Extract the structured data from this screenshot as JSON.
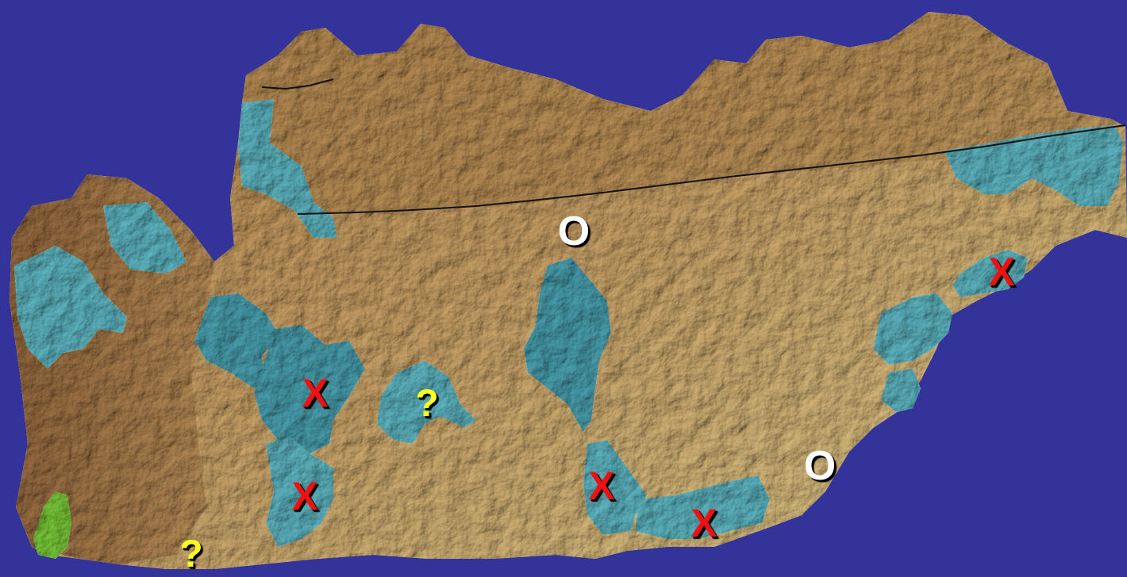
{
  "map": {
    "background_color": "#333399",
    "land_color": "#c9a264",
    "region_color": "#5fb8c4",
    "special_region_color": "#7ccc3a",
    "border_color": "#111111"
  },
  "legend_symbols": {
    "x": {
      "label": "X",
      "color": "#ee1111"
    },
    "o": {
      "label": "O",
      "color": "#ffffff"
    },
    "q": {
      "label": "?",
      "color": "#ffff22"
    }
  },
  "markers": [
    {
      "id": "o-north",
      "type": "o"
    },
    {
      "id": "x-east",
      "type": "x"
    },
    {
      "id": "x-west-upper",
      "type": "x"
    },
    {
      "id": "q-center",
      "type": "q"
    },
    {
      "id": "x-west-lower",
      "type": "x"
    },
    {
      "id": "x-south-center",
      "type": "x"
    },
    {
      "id": "x-south-east",
      "type": "x"
    },
    {
      "id": "o-southeast",
      "type": "o"
    },
    {
      "id": "q-southwest",
      "type": "q"
    }
  ]
}
